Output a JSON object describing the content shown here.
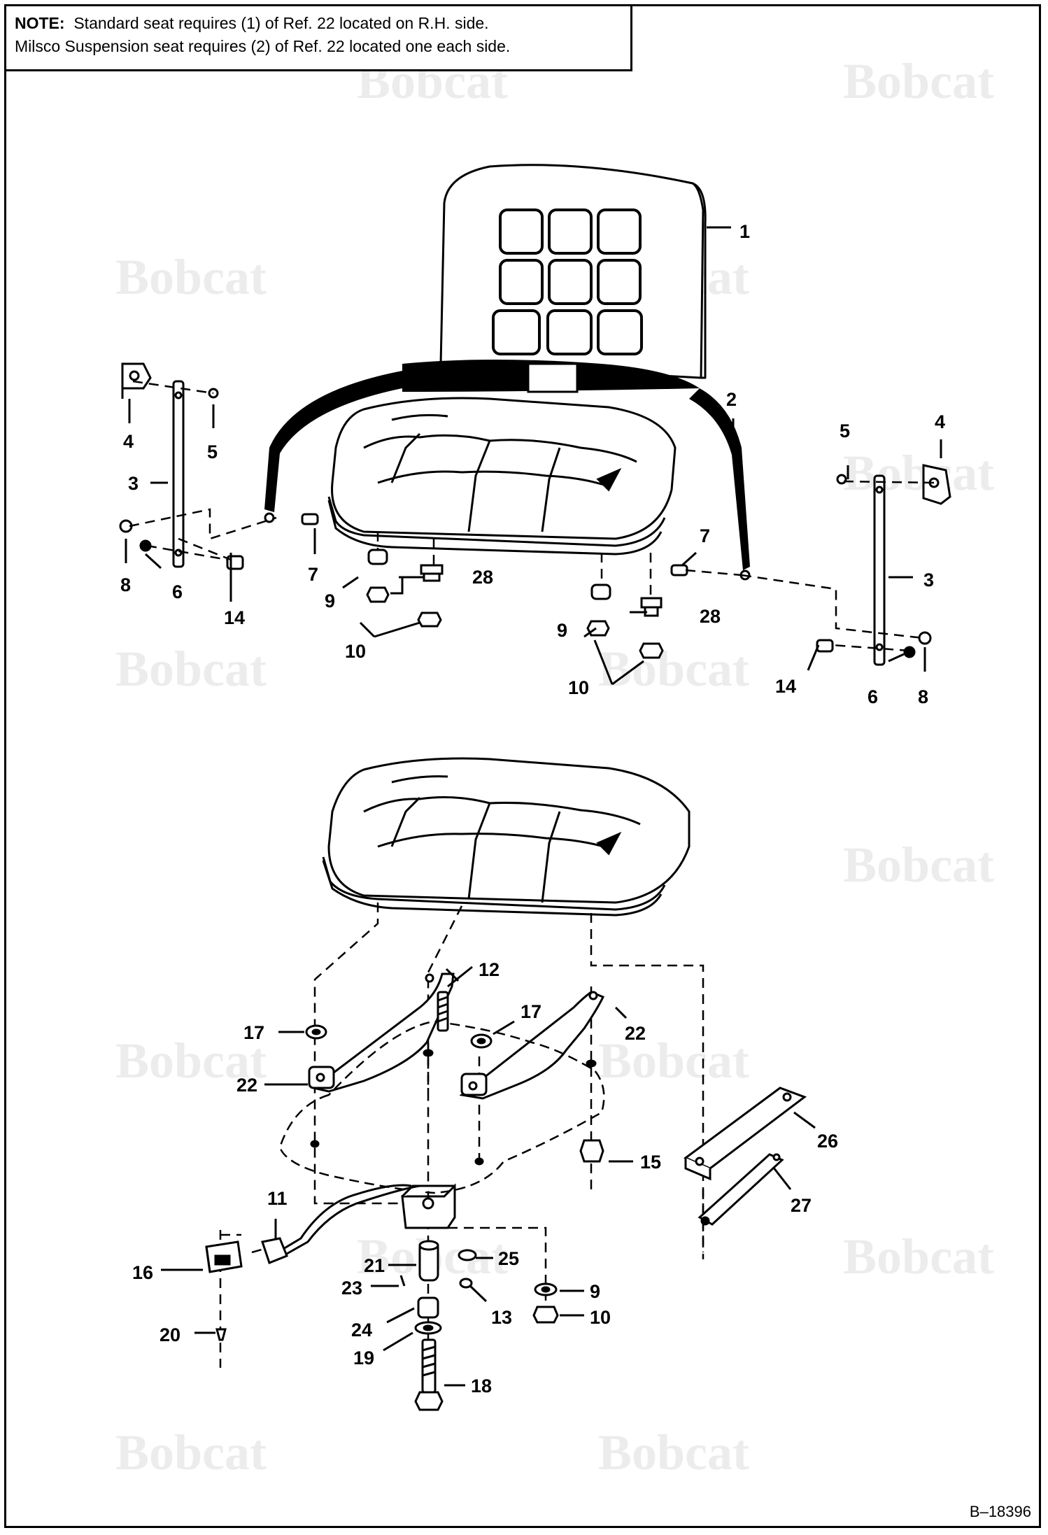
{
  "note": {
    "heading": "NOTE:",
    "line1": "Standard seat requires (1) of Ref. 22 located on R.H. side.",
    "line2": "Milsco Suspension seat requires (2) of Ref. 22 located one each side."
  },
  "watermark": {
    "text": "Bobcat"
  },
  "figure_id": "B–18396",
  "callouts": [
    "1",
    "2",
    "3",
    "4",
    "5",
    "6",
    "7",
    "8",
    "9",
    "10",
    "11",
    "12",
    "13",
    "14",
    "15",
    "16",
    "17",
    "18",
    "19",
    "20",
    "21",
    "22",
    "23",
    "24",
    "25",
    "26",
    "27",
    "28"
  ],
  "labels": {
    "l1": "1",
    "l2": "2",
    "l4a": "4",
    "l5a": "5",
    "l3a": "3",
    "l8a": "8",
    "l6a": "6",
    "l14a": "14",
    "l7a": "7",
    "l9a": "9",
    "l28a": "28",
    "l10a": "10",
    "l5b": "5",
    "l4b": "4",
    "l7b": "7",
    "l3b": "3",
    "l9b": "9",
    "l28b": "28",
    "l10b": "10",
    "l14b": "14",
    "l6b": "6",
    "l8b": "8",
    "l12": "12",
    "l17a": "17",
    "l17b": "17",
    "l22a": "22",
    "l22b": "22",
    "l15": "15",
    "l26": "26",
    "l27": "27",
    "l11": "11",
    "l16": "16",
    "l20": "20",
    "l21": "21",
    "l23": "23",
    "l25": "25",
    "l9c": "9",
    "l13": "13",
    "l10c": "10",
    "l24": "24",
    "l19": "19",
    "l18": "18"
  }
}
